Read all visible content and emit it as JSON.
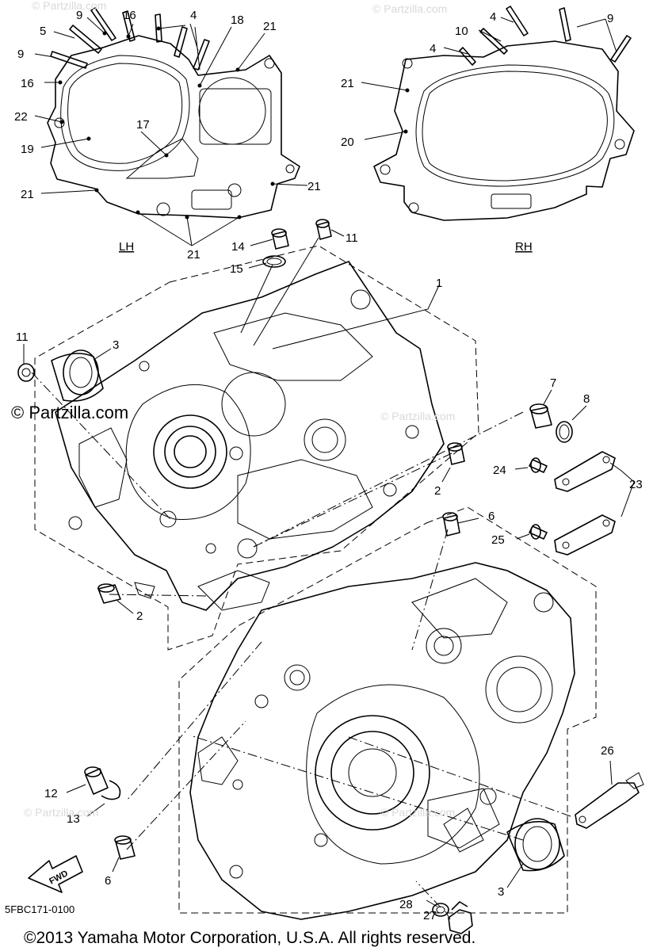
{
  "side_labels": {
    "left": "LH",
    "right": "RH"
  },
  "watermark": "© Partzilla.com",
  "watermark_faint": "© Partzilla.com",
  "fwd_label": "FWD",
  "diagram_code": "5FBC171-0100",
  "copyright": "©2013  Yamaha Motor Corporation, U.S.A. All rights reserved.",
  "callouts": {
    "c9a": "9",
    "c16a": "16",
    "c4a": "4",
    "c18": "18",
    "c21a": "21",
    "c5": "5",
    "c9b": "9",
    "c16b": "16",
    "c22": "22",
    "c17": "17",
    "c19": "19",
    "c21b": "21",
    "c21c": "21",
    "c21d": "21",
    "c4b": "4",
    "c9c": "9",
    "c10": "10",
    "c4c": "4",
    "c21e": "21",
    "c20": "20",
    "c14": "14",
    "c11a": "11",
    "c15": "15",
    "c1": "1",
    "c11b": "11",
    "c3a": "3",
    "c7": "7",
    "c8": "8",
    "c24": "24",
    "c23": "23",
    "c2a": "2",
    "c6a": "6",
    "c25": "25",
    "c2b": "2",
    "c26": "26",
    "c12": "12",
    "c13": "13",
    "c6b": "6",
    "c28": "28",
    "c27": "27",
    "c3b": "3"
  }
}
